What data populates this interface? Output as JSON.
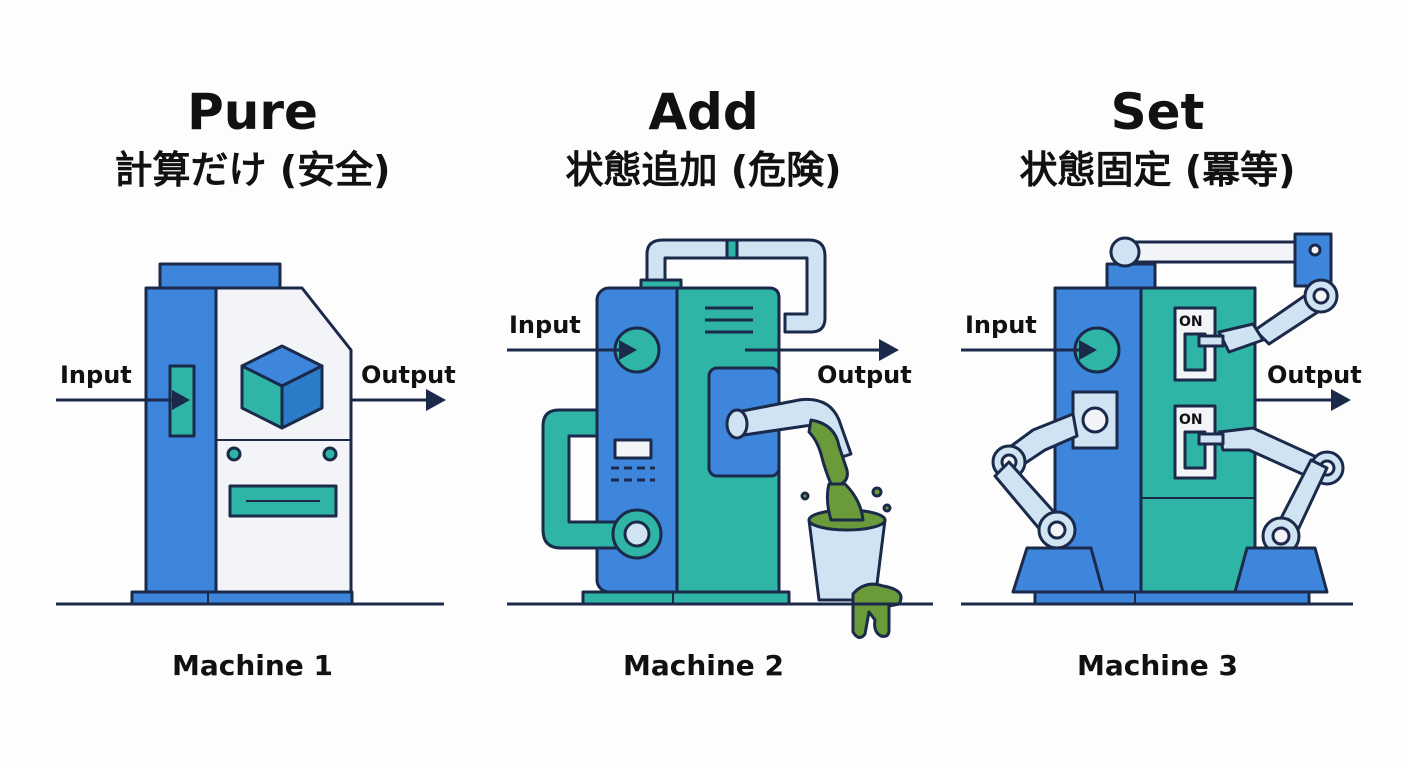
{
  "colors": {
    "ink": "#1b2a4a",
    "blue": "#3d86dc",
    "teal": "#2fb5a5",
    "light": "#f2f4f8",
    "pipe": "#cfe3f3",
    "sludge": "#6a9a3a"
  },
  "panels": [
    {
      "title": "Pure",
      "subtitle": "計算だけ (安全)",
      "caption": "Machine 1",
      "input_label": "Input",
      "output_label": "Output",
      "icon": "cube-icon"
    },
    {
      "title": "Add",
      "subtitle": "状態追加 (危険)",
      "caption": "Machine 2",
      "input_label": "Input",
      "output_label": "Output",
      "icon": "overflowing-bucket-icon"
    },
    {
      "title": "Set",
      "subtitle": "状態固定 (冪等)",
      "caption": "Machine 3",
      "input_label": "Input",
      "output_label": "Output",
      "switch_labels": [
        "ON",
        "ON"
      ],
      "icon": "robot-arm-icon"
    }
  ]
}
